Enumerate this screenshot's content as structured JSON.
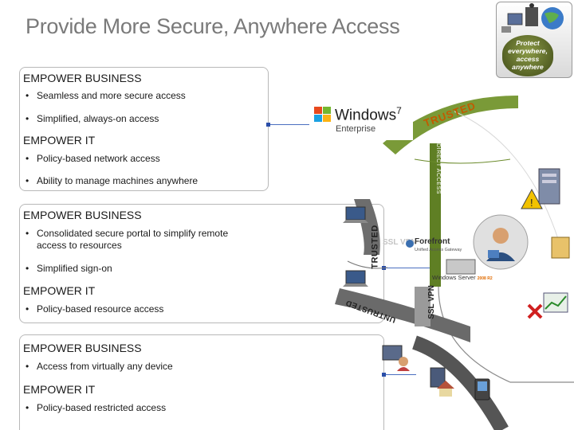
{
  "title": "Provide More Secure, Anywhere Access",
  "badge": {
    "label": "Protect everywhere, access anywhere"
  },
  "panels": [
    {
      "sections": [
        {
          "heading": "EMPOWER BUSINESS",
          "items": [
            "Seamless and more secure access",
            "Simplified, always-on access"
          ]
        },
        {
          "heading": "EMPOWER IT",
          "items": [
            "Policy-based network access",
            "Ability to manage machines anywhere"
          ]
        }
      ]
    },
    {
      "sections": [
        {
          "heading": "EMPOWER BUSINESS",
          "items": [
            "Consolidated secure portal to simplify remote access to resources",
            "Simplified sign-on"
          ]
        },
        {
          "heading": "EMPOWER IT",
          "items": [
            "Policy-based resource access"
          ]
        }
      ]
    },
    {
      "sections": [
        {
          "heading": "EMPOWER BUSINESS",
          "items": [
            "Access from virtually any device"
          ]
        },
        {
          "heading": "EMPOWER IT",
          "items": [
            "Policy-based restricted access"
          ]
        }
      ]
    }
  ],
  "bullet": "•",
  "diagram": {
    "windows_brand": "Windows",
    "windows_version": "7",
    "windows_edition": "Enterprise",
    "trusted_label": "TRUSTED",
    "direct_access_label": "DIRECT ACCESS",
    "semi_trusted_label": "TRUSTED",
    "ssl_vpn_label": "SSL VPN",
    "untrusted_label": "UNTRUSTED",
    "forefront_name": "Forefront",
    "forefront_sub": "Unified Access Gateway",
    "windows_server": "Windows Server",
    "windows_server_suffix": "2008 R2"
  },
  "colors": {
    "connector": "#2a4ea8",
    "trusted_arc": "#6a8a2a",
    "untrusted_arc": "#6a6a6a",
    "accent_orange": "#c25a00"
  }
}
